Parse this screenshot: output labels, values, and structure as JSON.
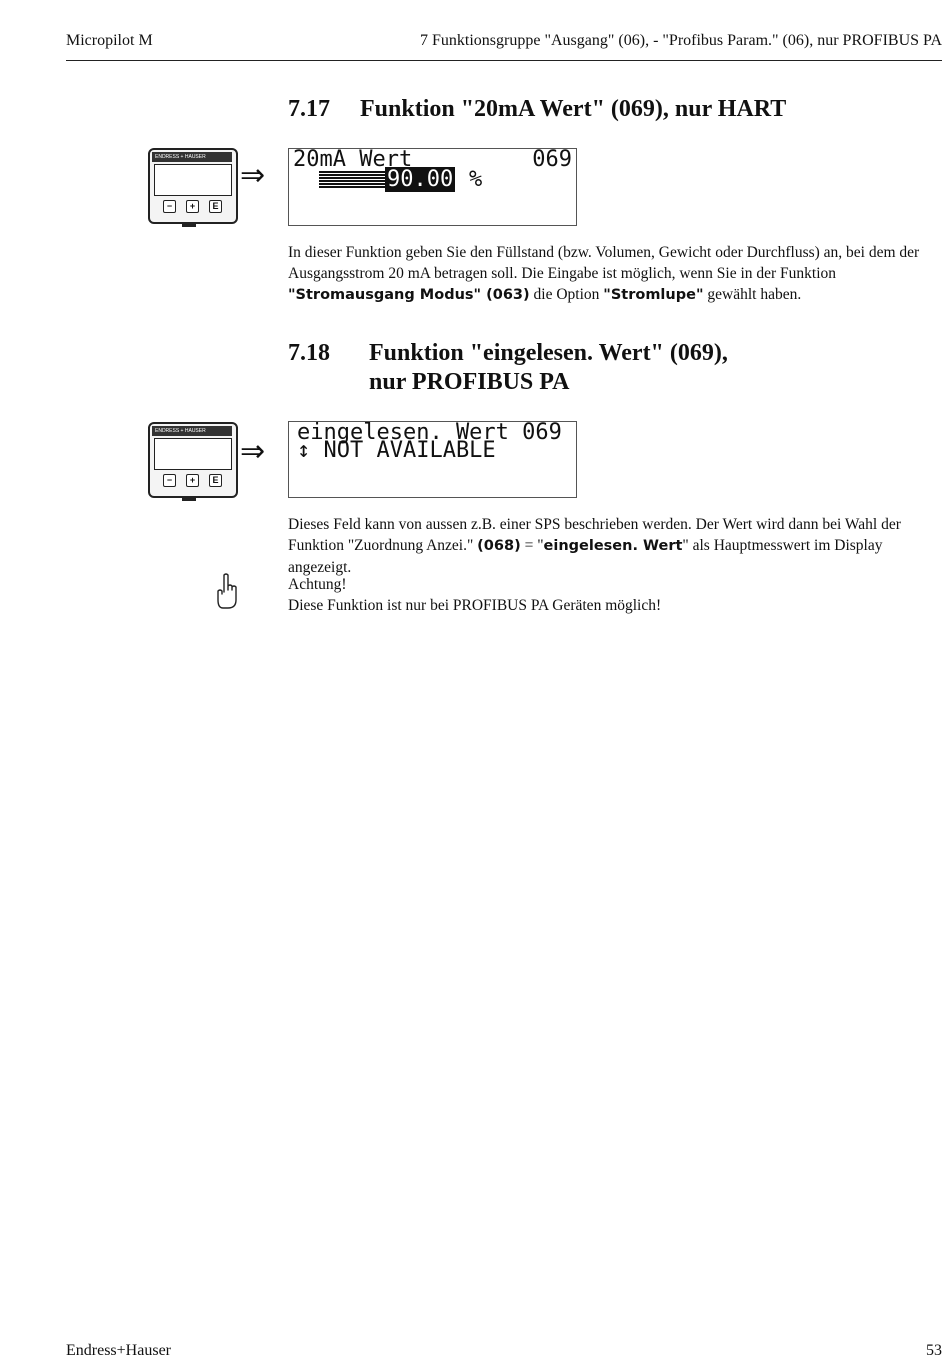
{
  "header": {
    "left": "Micropilot M",
    "right": "7  Funktionsgruppe \"Ausgang\" (06), - \"Profibus Param.\" (06), nur PROFIBUS PA"
  },
  "section1": {
    "number": "7.17",
    "title": "Funktion \"20mA Wert\" (069), nur HART",
    "lcd_title": "20mA Wert",
    "lcd_code": "069",
    "lcd_value": "90.00",
    "lcd_unit": "%",
    "para_a": "In dieser Funktion geben Sie den Füllstand (bzw. Volumen, Gewicht oder Durchfluss) an, bei dem der Ausgangsstrom 20 mA betragen soll. Die Eingabe ist möglich, wenn Sie in der Funktion ",
    "bold_a": "\"Stromausgang Modus\" (063)",
    "para_b": " die Option ",
    "bold_b": "\"Stromlupe\"",
    "para_c": " gewählt haben."
  },
  "section2": {
    "number": "7.18",
    "title_line1": "Funktion \"eingelesen. Wert\" (069),",
    "title_line2": "nur PROFIBUS PA",
    "lcd_line1": "eingelesen. Wert 069",
    "lcd_line2": "↕ NOT AVAILABLE",
    "para_a": "Dieses Feld kann von aussen z.B. einer SPS beschrieben werden. Der Wert wird dann bei Wahl der Funktion \"Zuordnung Anzei.\" ",
    "bold_a": "(068)",
    "para_b": " = \"",
    "bold_b": "eingelesen. Wert",
    "para_c": "\" als Hauptmesswert im Display angezeigt.",
    "note_title": "Achtung!",
    "note_text": "Diese Funktion ist nur bei PROFIBUS PA Geräten möglich!"
  },
  "device": {
    "brand": "ENDRESS + HAUSER",
    "btn_minus": "−",
    "btn_plus": "+",
    "btn_e": "E"
  },
  "footer": {
    "left": "Endress+Hauser",
    "right": "53"
  }
}
